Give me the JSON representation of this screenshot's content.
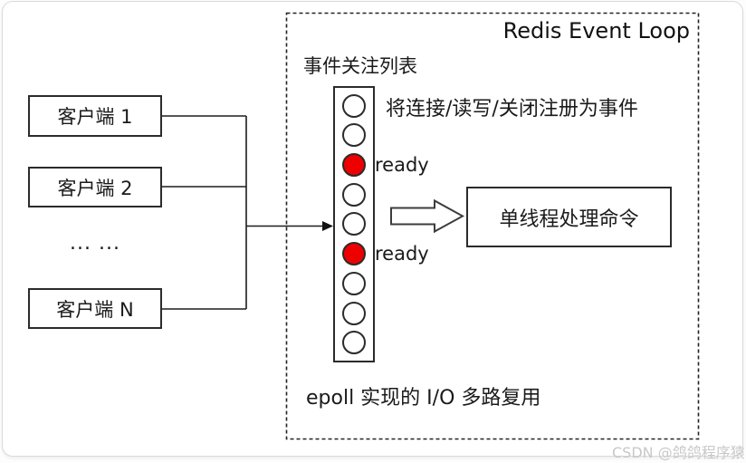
{
  "page": {
    "watermark": "CSDN @鸽鸽程序猿"
  },
  "diagram": {
    "title": "Redis Event Loop",
    "clients": {
      "items": [
        {
          "label": "客户端 1"
        },
        {
          "label": "客户端 2"
        },
        {
          "label": "客户端 N"
        }
      ],
      "ellipsis": "... ..."
    },
    "event_list": {
      "label": "事件关注列表",
      "slots": [
        "idle",
        "idle",
        "ready",
        "idle",
        "idle",
        "ready",
        "idle",
        "idle",
        "idle"
      ],
      "ready_label": "ready",
      "ready_color": "#ee0000"
    },
    "annotations": {
      "register_note": "将连接/读写/关闭注册为事件",
      "epoll_note": "epoll 实现的 I/O 多路复用"
    },
    "processor": {
      "label": "单线程处理命令"
    },
    "colors": {
      "line": "#2b2b2b",
      "ready_red": "#ee0000",
      "watermark_gray": "#c8c8c8"
    }
  }
}
